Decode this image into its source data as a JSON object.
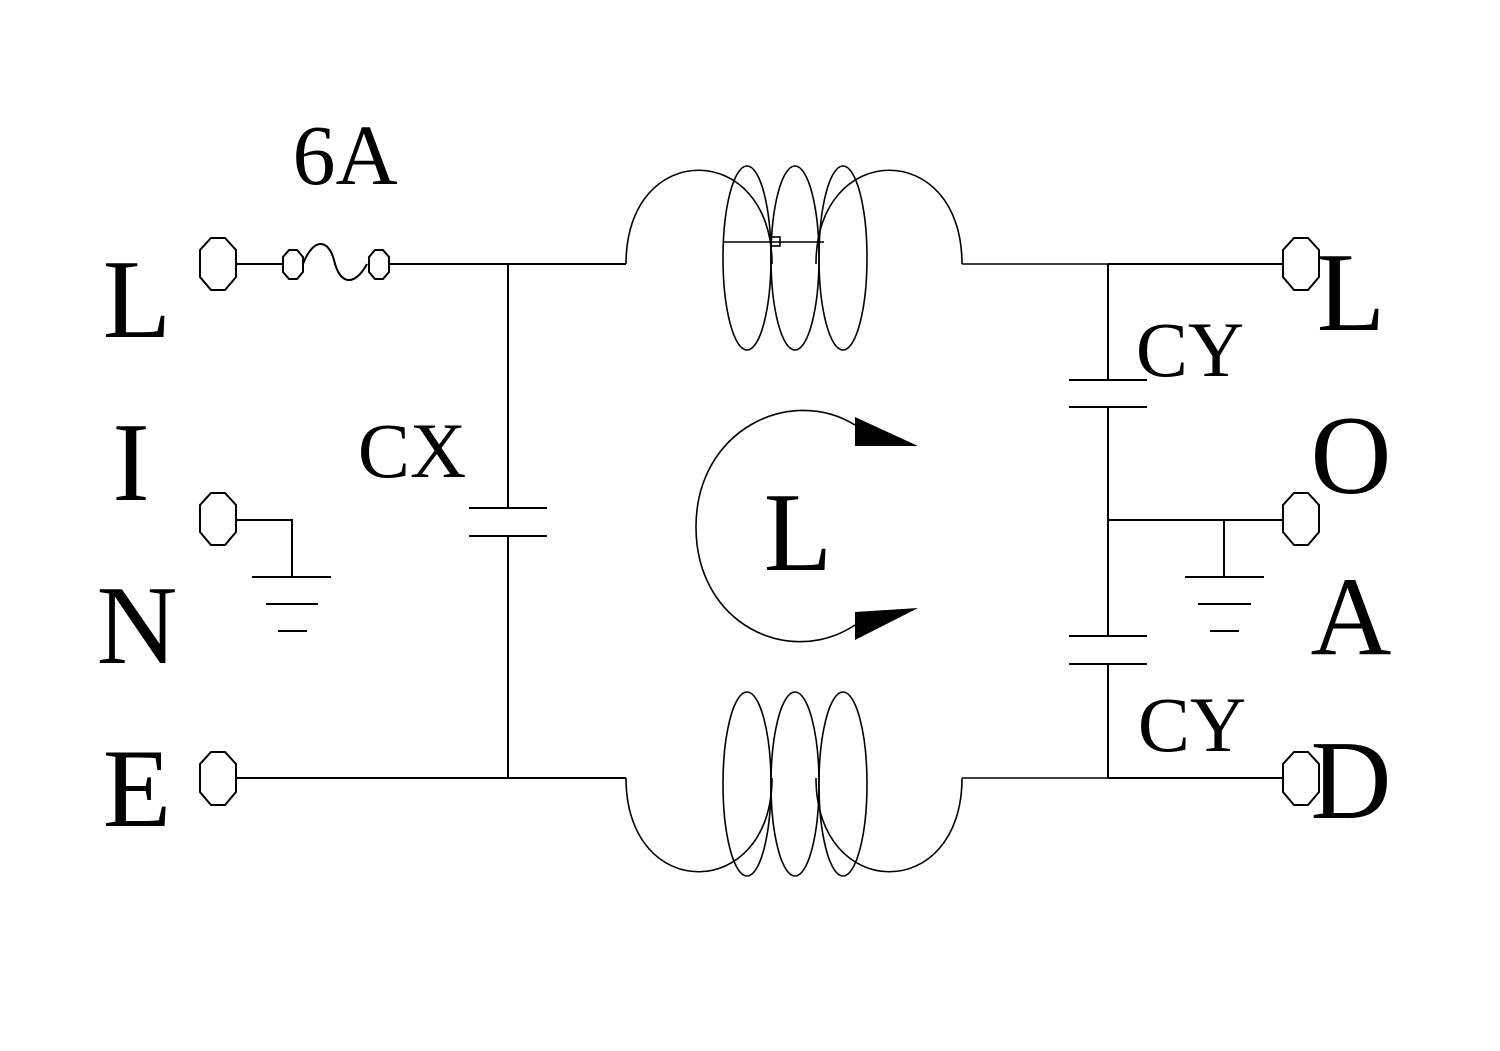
{
  "labels": {
    "fuse": "6A",
    "cx": "CX",
    "cy_top": "CY",
    "cy_bottom": "CY",
    "inductor": "L"
  },
  "line_word": [
    "L",
    "I",
    "N",
    "E"
  ],
  "load_word": [
    "L",
    "O",
    "A",
    "D"
  ],
  "colors": {
    "ink": "#000000",
    "background": "#ffffff"
  },
  "icons": [
    "fuse-icon",
    "capacitor-icon",
    "ground-icon",
    "common-mode-choke-icon",
    "terminal-icon",
    "arrow-icon"
  ]
}
